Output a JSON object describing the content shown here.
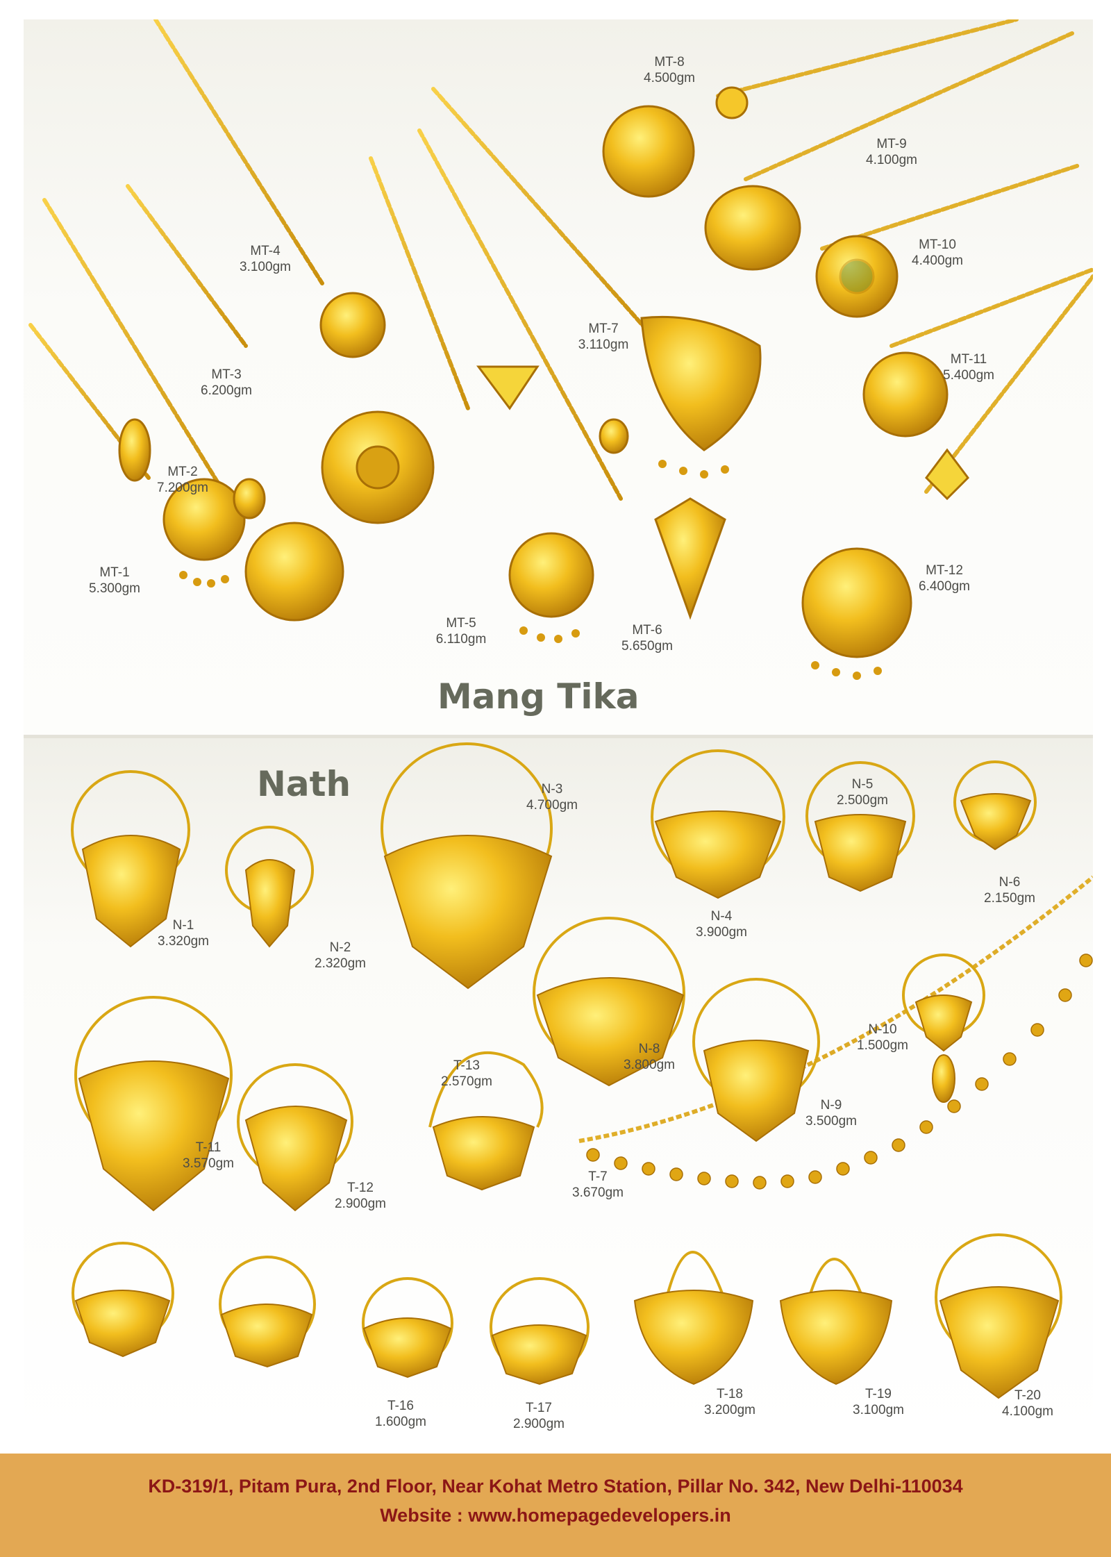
{
  "mang_tika": {
    "title": "Mang Tika",
    "items": [
      {
        "code": "MT-1",
        "weight": "5.300gm"
      },
      {
        "code": "MT-2",
        "weight": "7.200gm"
      },
      {
        "code": "MT-3",
        "weight": "6.200gm"
      },
      {
        "code": "MT-4",
        "weight": "3.100gm"
      },
      {
        "code": "MT-5",
        "weight": "6.110gm"
      },
      {
        "code": "MT-6",
        "weight": "5.650gm"
      },
      {
        "code": "MT-7",
        "weight": "3.110gm"
      },
      {
        "code": "MT-8",
        "weight": "4.500gm"
      },
      {
        "code": "MT-9",
        "weight": "4.100gm"
      },
      {
        "code": "MT-10",
        "weight": "4.400gm"
      },
      {
        "code": "MT-11",
        "weight": "5.400gm"
      },
      {
        "code": "MT-12",
        "weight": "6.400gm"
      }
    ]
  },
  "nath": {
    "title": "Nath",
    "items": [
      {
        "code": "N-1",
        "weight": "3.320gm"
      },
      {
        "code": "N-2",
        "weight": "2.320gm"
      },
      {
        "code": "N-3",
        "weight": "4.700gm"
      },
      {
        "code": "N-4",
        "weight": "3.900gm"
      },
      {
        "code": "N-5",
        "weight": "2.500gm"
      },
      {
        "code": "N-6",
        "weight": "2.150gm"
      },
      {
        "code": "N-8",
        "weight": "3.800gm"
      },
      {
        "code": "N-9",
        "weight": "3.500gm"
      },
      {
        "code": "N-10",
        "weight": "1.500gm"
      },
      {
        "code": "T-11",
        "weight": "3.570gm"
      },
      {
        "code": "T-12",
        "weight": "2.900gm"
      },
      {
        "code": "T-13",
        "weight": "2.570gm"
      },
      {
        "code": "T-7",
        "weight": "3.670gm"
      },
      {
        "code": "T-16",
        "weight": "1.600gm"
      },
      {
        "code": "T-17",
        "weight": "2.900gm"
      },
      {
        "code": "T-18",
        "weight": "3.200gm"
      },
      {
        "code": "T-19",
        "weight": "3.100gm"
      },
      {
        "code": "T-20",
        "weight": "4.100gm"
      }
    ]
  },
  "footer": {
    "address": "KD-319/1, Pitam Pura, 2nd Floor, Near Kohat Metro Station, Pillar No. 342, New Delhi-110034",
    "website": "Website : www.homepagedevelopers.in"
  },
  "colors": {
    "gold": "#e8b417",
    "gold_dark": "#b9820a",
    "gold_light": "#ffe06a",
    "footer_bg": "#e3a853",
    "footer_text": "#8b1616",
    "title_text": "#666a5c"
  }
}
